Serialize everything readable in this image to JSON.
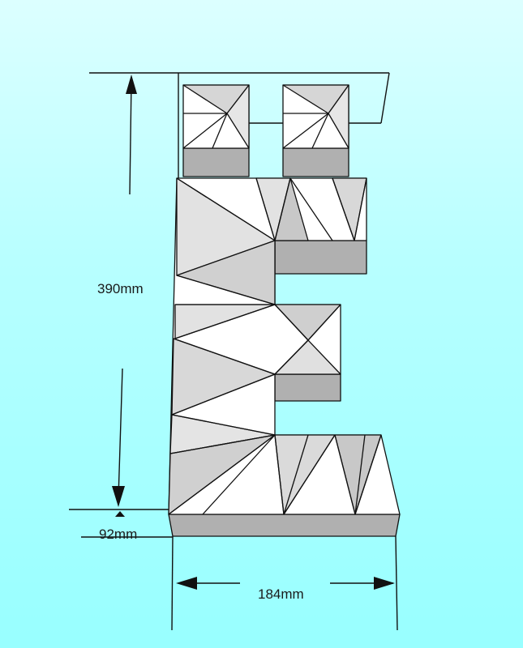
{
  "dimensions": {
    "height": "390mm",
    "depth": "92mm",
    "width": "184mm"
  },
  "colors": {
    "top_face": "#ffffff",
    "facet_light": "#e2e2e2",
    "facet_mid": "#c8c8c8",
    "side_face": "#b0b0b0",
    "line": "#111111"
  }
}
